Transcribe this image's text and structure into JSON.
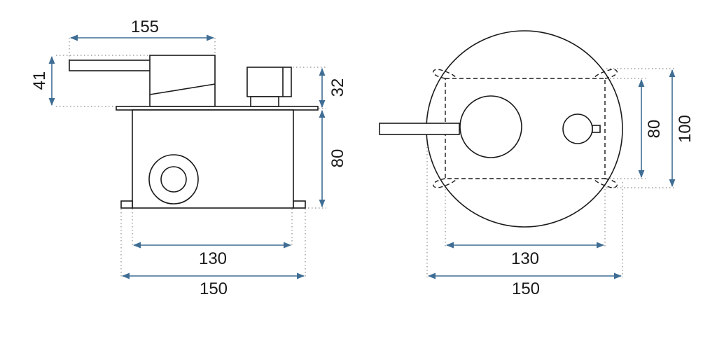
{
  "side_view": {
    "dim_top_width": "155",
    "dim_lever_height": "41",
    "dim_knob_height": "32",
    "dim_body_height": "80",
    "dim_inner_width": "130",
    "dim_outer_width": "150"
  },
  "front_view": {
    "dim_box_height": "80",
    "dim_outer_height": "100",
    "dim_inner_width": "130",
    "dim_outer_width": "150"
  }
}
